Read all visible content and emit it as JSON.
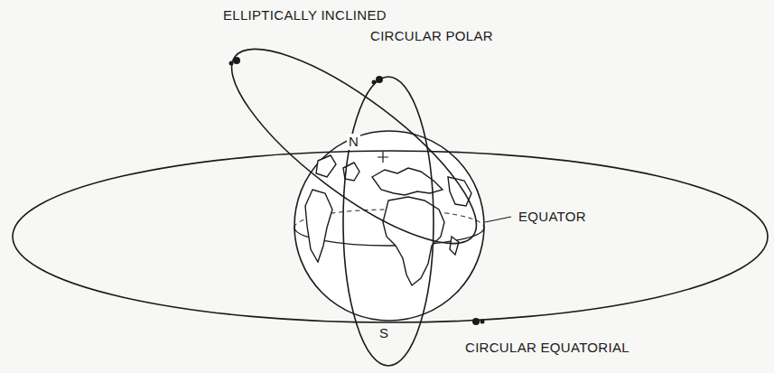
{
  "diagram": {
    "labels": [
      "ELLIPTICALLY INCLINED",
      "CIRCULAR POLAR",
      "N",
      "S",
      "EQUATOR",
      "CIRCULAR EQUATORIAL"
    ]
  }
}
